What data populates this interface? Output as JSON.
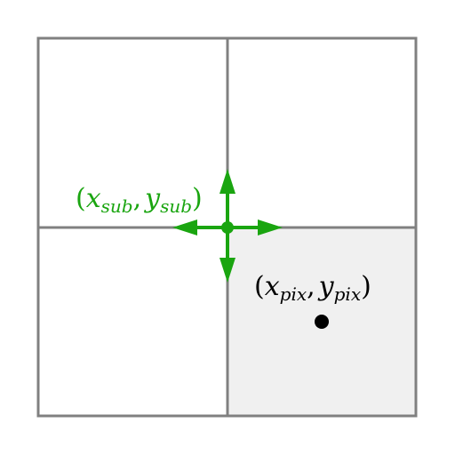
{
  "colors": {
    "background": "#ffffff",
    "grid_line": "#808080",
    "highlight_cell": "#f0f0f0",
    "accent": "#1aa510",
    "pixel_point": "#000000"
  },
  "labels": {
    "subpixel": {
      "open": "(",
      "x_var": "x",
      "x_sub": "sub",
      "comma": ",",
      "y_var": "y",
      "y_sub": "sub",
      "close": ")"
    },
    "pixel": {
      "open": "(",
      "x_var": "x",
      "x_sub": "pix",
      "comma": ",",
      "y_var": "y",
      "y_sub": "pix",
      "close": ")"
    }
  },
  "icons": {
    "arrows": [
      "arrow-up-icon",
      "arrow-down-icon",
      "arrow-left-icon",
      "arrow-right-icon"
    ]
  }
}
